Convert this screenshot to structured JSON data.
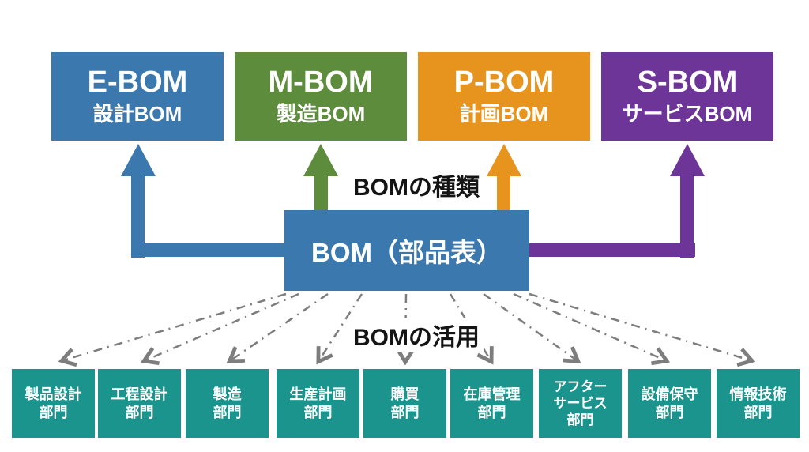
{
  "labels": {
    "bom_types": "BOMの種類",
    "bom_usage": "BOMの活用"
  },
  "center_box": {
    "title": "BOM（部品表）"
  },
  "bom_types": [
    {
      "code": "E-BOM",
      "name": "設計BOM"
    },
    {
      "code": "M-BOM",
      "name": "製造BOM"
    },
    {
      "code": "P-BOM",
      "name": "計画BOM"
    },
    {
      "code": "S-BOM",
      "name": "サービスBOM"
    }
  ],
  "departments": [
    "製品設計\n部門",
    "工程設計\n部門",
    "製造\n部門",
    "生産計画\n部門",
    "購買\n部門",
    "在庫管理\n部門",
    "アフター\nサービス\n部門",
    "設備保守\n部門",
    "情報技術\n部門"
  ],
  "colors": {
    "bom_e": "#3a78ad",
    "bom_m": "#5d8c3c",
    "bom_p": "#e6941d",
    "bom_s": "#6e3599",
    "bom_center": "#3a78ad",
    "dept": "#1b948e",
    "arrow_gray": "#7d7d7d",
    "label_ink": "#141414"
  }
}
